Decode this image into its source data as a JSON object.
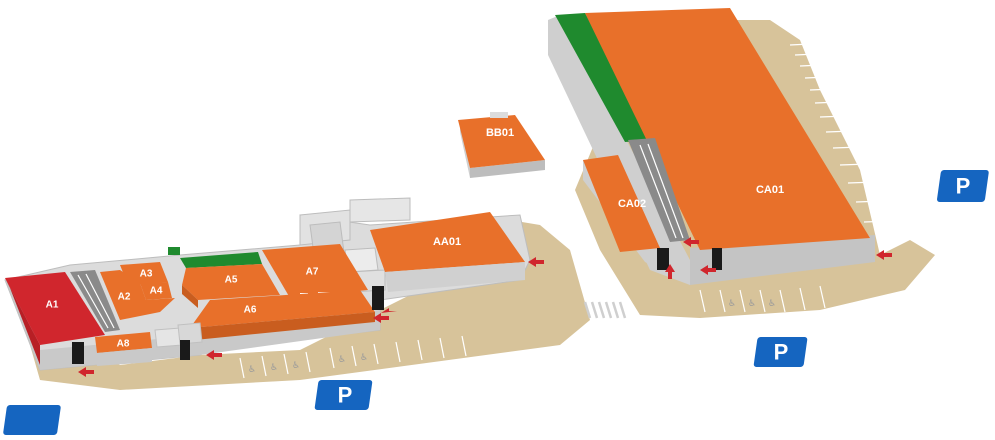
{
  "colors": {
    "unit_orange": "#e8702a",
    "unit_orange_light": "#f07a2e",
    "unit_red": "#d0262d",
    "unit_green": "#1f8a2e",
    "ground": "#d7c39a",
    "wall_grey": "#d9d9d9",
    "wall_dark": "#b0b0b0",
    "parking_blue": "#1565c0",
    "arrow_red": "#d0262d"
  },
  "units": {
    "a1": "A1",
    "a2": "A2",
    "a3": "A3",
    "a4": "A4",
    "a5": "A5",
    "a6": "A6",
    "a7": "A7",
    "a8": "A8",
    "aa01": "AA01",
    "bb01": "BB01",
    "ca01": "CA01",
    "ca02": "CA02"
  },
  "parking": {
    "label": "P"
  },
  "icons": {
    "parking": "parking-sign-icon",
    "accessible": "wheelchair-icon",
    "entrance": "entrance-arrow-icon"
  }
}
